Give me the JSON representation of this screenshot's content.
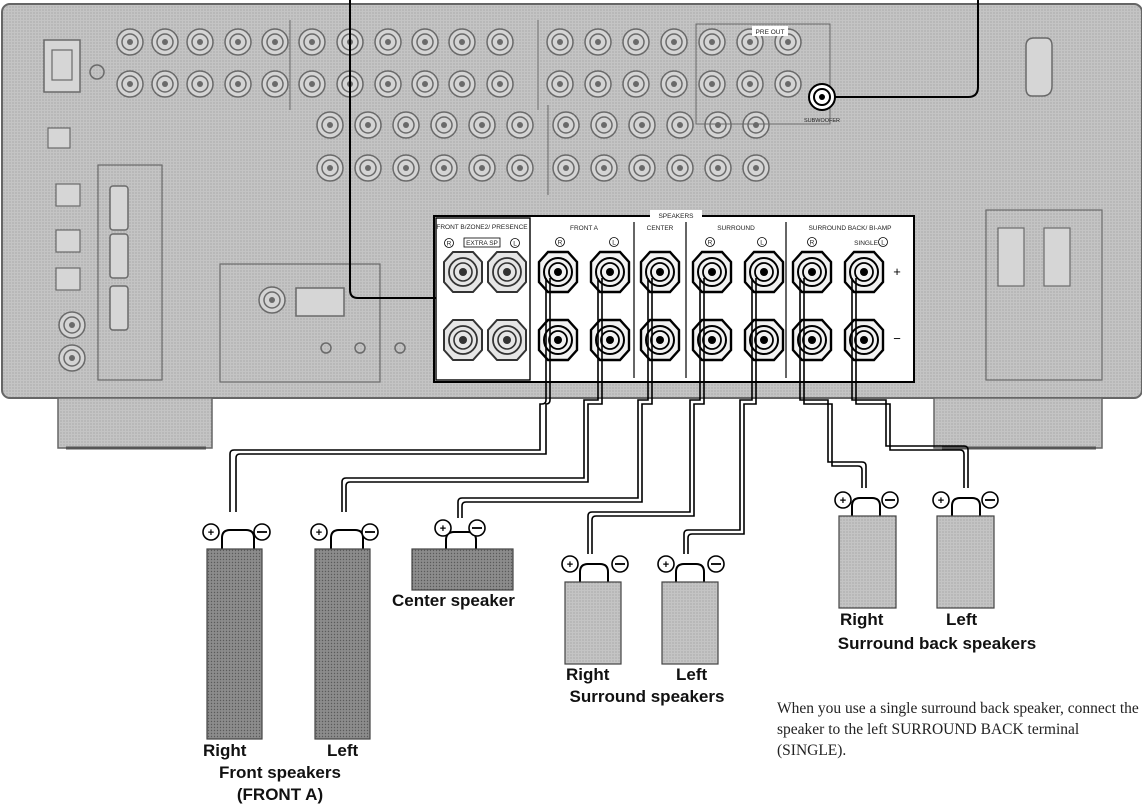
{
  "rear_panel": {
    "pre_out_label": "PRE OUT",
    "subwoofer_label": "SUBWOOFER",
    "speakers_header": "SPEAKERS",
    "groups": {
      "front_b": "FRONT B/ZONE2/ PRESENCE",
      "extra_sp": "EXTRA SP",
      "front_a": "FRONT A",
      "center": "CENTER",
      "surround": "SURROUND",
      "surround_back": "SURROUND BACK/ BI-AMP",
      "single": "SINGLE"
    },
    "channel_r": "R",
    "channel_l": "L",
    "plus": "+",
    "minus": "−"
  },
  "speakers": {
    "front": {
      "right": "Right",
      "left": "Left",
      "title": "Front speakers",
      "sub": "(FRONT A)"
    },
    "center": {
      "title": "Center speaker"
    },
    "surround": {
      "right": "Right",
      "left": "Left",
      "title": "Surround speakers"
    },
    "surround_back": {
      "right": "Right",
      "left": "Left",
      "title": "Surround back speakers"
    }
  },
  "note": "When you use a single surround back speaker, connect the speaker to the left SURROUND BACK terminal (SINGLE).",
  "colors": {
    "panel": "#c9c9c9",
    "speaker": "#8a8a8a",
    "line": "#000000"
  }
}
